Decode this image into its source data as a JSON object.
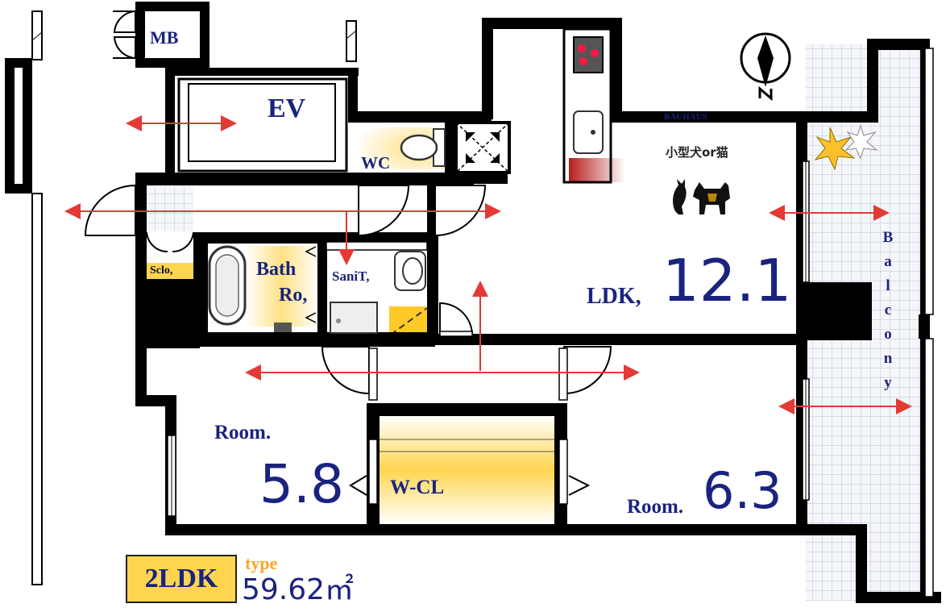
{
  "rooms": {
    "mb": "MB",
    "ev": "EV",
    "wc": "WC",
    "sclo": "Sclo,",
    "bath_1": "Bath",
    "bath_2": "Ro,",
    "sanit": "SaniT,",
    "ldk_label": "LDK,",
    "ldk_size": "12.1",
    "room1_label": "Room.",
    "room1_size": "5.8",
    "wcl": "W-CL",
    "room2_label": "Room.",
    "room2_size": "6.3",
    "balcony": [
      "B",
      "a",
      "l",
      "c",
      "o",
      "n",
      "y"
    ]
  },
  "notes": {
    "brand": "BAUHAUS",
    "pets": "小型犬or猫"
  },
  "unit": {
    "type_badge": "2LDK",
    "type_word": "type",
    "area": "59.62㎡"
  },
  "colors": {
    "wall": "#000000",
    "text_navy": "#1a237e",
    "arrow": "#e53935",
    "yellow": "#ffd54f",
    "grid": "#e3e9f1"
  },
  "icons": [
    "north-compass-icon",
    "stove-icon",
    "sink-icon",
    "dog-icon",
    "cat-icon",
    "plant-icon",
    "bathtub-icon",
    "toilet-icon"
  ]
}
